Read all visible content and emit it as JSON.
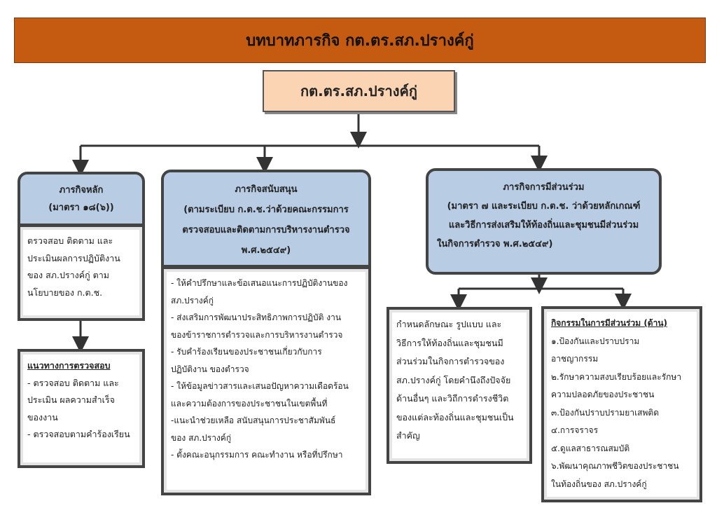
{
  "title": "บทบาทภารกิจ กต.ตร.สภ.ปรางค์กู่",
  "root": "กต.ตร.สภ.ปรางค์กู่",
  "main_mission": {
    "header": [
      "ภารกิจหลัก",
      "(มาตรา ๑๘(๖))"
    ],
    "body": [
      "ตรวจสอบ ติดตาม และ",
      "ประเมินผลการปฏิบัติงาน",
      "ของ สภ.ปรางค์กู่ ตาม",
      "นโยบายของ ก.ต.ช."
    ],
    "guideline_title": "แนวทางการตรวจสอบ",
    "guideline": [
      "- ตรวจสอบ ติดตาม และ",
      "ประเมิน ผลความสำเร็จ",
      "ของงาน",
      "- ตรวจสอบตามคำร้องเรียน"
    ]
  },
  "support_mission": {
    "header": [
      "ภารกิจสนับสนุน",
      "(ตามระเบียบ ก.ต.ช.ว่าด้วยคณะกรรมการ",
      "ตรวจสอบและติดตามการบริหารงานตำรวจ",
      "พ.ศ.๒๕๔๙)"
    ],
    "body": [
      "- ให้คำปรึกษาและข้อเสนอแนะการปฏิบัติงานของ",
      "สภ.ปรางค์กู่",
      "- ส่งเสริมการพัฒนาประสิทธิภาพการปฏิบัติ งาน",
      "ของข้าราชการตำรวจและการบริหารงานตำรวจ",
      "- รับคำร้องเรียนของประชาชนเกี่ยวกับการ",
      "ปฏิบัติงาน ของตำรวจ",
      "- ให้ข้อมูลข่าวสารและเสนอปัญหาความเดือดร้อน",
      "และความต้องการของประชาชนในเขตพื้นที่",
      "-แนะนำช่วยเหลือ สนับสนุนการประชาสัมพันธ์",
      "ของ สภ.ปรางค์กู่",
      "- ตั้งคณะอนุกรรมการ คณะทำงาน หรือที่ปรึกษา"
    ]
  },
  "participation_mission": {
    "header": [
      "ภารกิจการมีส่วนร่วม",
      "(มาตรา ๗ และระเบียบ ก.ต.ช. ว่าด้วยหลักเกณฑ์",
      "และวิธีการส่งเสริมให้ท้องถิ่นและชุมชนมีส่วนร่วม",
      "ในกิจการตำรวจ พ.ศ.๒๕๔๙)"
    ],
    "left_body": [
      "กำหนดลักษณะ รูปแบบ และ",
      "วิธีการให้ท้องถิ่นและชุมชนมี",
      "ส่วนร่วมในกิจการตำรวจของ",
      "สภ.ปรางค์กู่ โดยคำนึงถึงปัจจัย",
      "ด้านอื่นๆ และวิถีการดำรงชีวิต",
      "ของแต่ละท้องถิ่นและชุมชนเป็น",
      "สำคัญ"
    ],
    "activities_title": "กิจกรรมในการมีส่วนร่วม (ด้าน)",
    "activities": [
      "๑.ป้องกันและปราบปราม",
      "อาชญากรรม",
      "๒.รักษาความสงบเรียบร้อยและรักษา",
      "ความปลอดภัยของประชาชน",
      "๓.ป้องกันปราบปรามยาเสพติด",
      "๔.การจราจร",
      "๕.ดูแลสาธารณสมบัติ",
      "๖.พัฒนาคุณภาพชีวิตของประชาชน",
      "ในท้องถิ่นของ สภ.ปรางค์กู่"
    ]
  }
}
